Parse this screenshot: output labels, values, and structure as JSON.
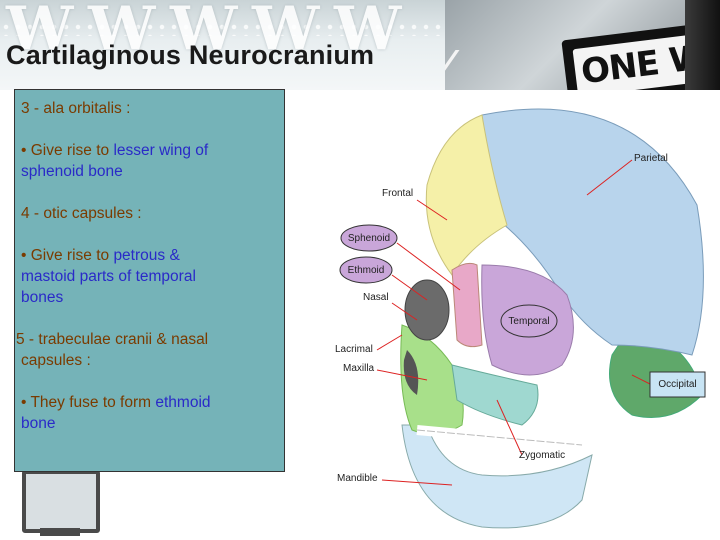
{
  "title": "Cartilaginous Neurocranium",
  "sign_text": "ONE WAY",
  "colors": {
    "textbox_bg": "#75b3b8",
    "text_brown": "#7a3b00",
    "text_blue": "#2a2ac8",
    "parietal": "#b8d4ec",
    "frontal": "#f5f0a8",
    "occipital": "#5fa86a",
    "temporal": "#c9a6d9",
    "sphenoid": "#e8a8c8",
    "maxilla": "#a8e08a",
    "mandible": "#cfe6f5",
    "zygomatic": "#9fd8d0"
  },
  "content": {
    "item3": "3 - ala orbitalis :",
    "item3_bullet_pre": "• Give rise to ",
    "item3_bullet_hl1": "lesser wing of",
    "item3_bullet_hl2": "sphenoid bone",
    "item4": "4 - otic capsules :",
    "item4_bullet_pre": "• Give rise to ",
    "item4_bullet_hl1": "petrous &",
    "item4_bullet_hl2": "mastoid parts of temporal",
    "item4_bullet_hl3": "bones",
    "item5_line1": "5 - trabeculae cranii & nasal",
    "item5_line2": "capsules :",
    "item5_bullet_pre": "• They fuse to form ",
    "item5_bullet_hl1": "ethmoid",
    "item5_bullet_hl2": "bone"
  },
  "figure": {
    "labels": {
      "parietal": "Parietal",
      "frontal": "Frontal",
      "sphenoid": "Sphenoid",
      "ethmoid": "Ethmoid",
      "nasal": "Nasal",
      "temporal": "Temporal",
      "lacrimal": "Lacrimal",
      "maxilla": "Maxilla",
      "occipital": "Occipital",
      "zygomatic": "Zygomatic",
      "mandible": "Mandible"
    }
  }
}
